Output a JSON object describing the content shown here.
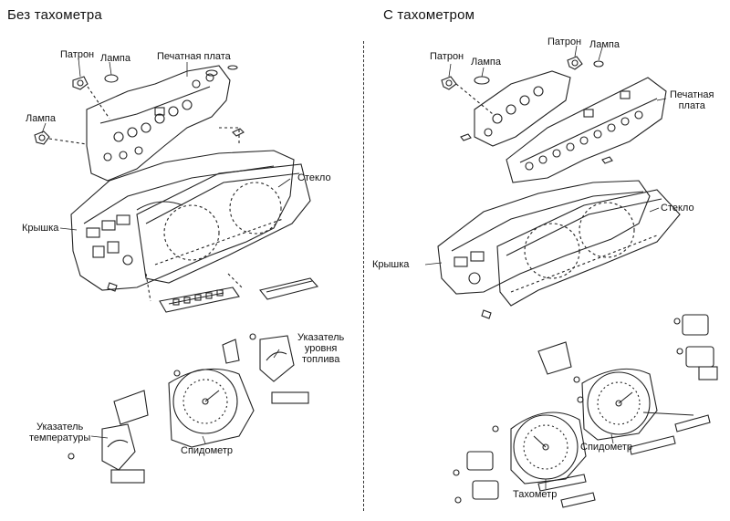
{
  "left": {
    "title": "Без тахометра",
    "labels": {
      "socket": "Патрон",
      "lamp_top": "Лампа",
      "circuit_board": "Печатная плата",
      "lamp_side": "Лампа",
      "glass": "Стекло",
      "cover": "Крышка",
      "fuel_gauge": "Указатель\nуровня\nтоплива",
      "temp_gauge": "Указатель\nтемпературы",
      "speedometer": "Спидометр"
    }
  },
  "right": {
    "title": "С тахометром",
    "labels": {
      "socket_left": "Патрон",
      "lamp_left": "Лампа",
      "socket_right": "Патрон",
      "lamp_right": "Лампа",
      "circuit_board": "Печатная\nплата",
      "glass": "Стекло",
      "cover": "Крышка",
      "speedometer": "Спидометр",
      "tachometer": "Тахометр"
    }
  }
}
